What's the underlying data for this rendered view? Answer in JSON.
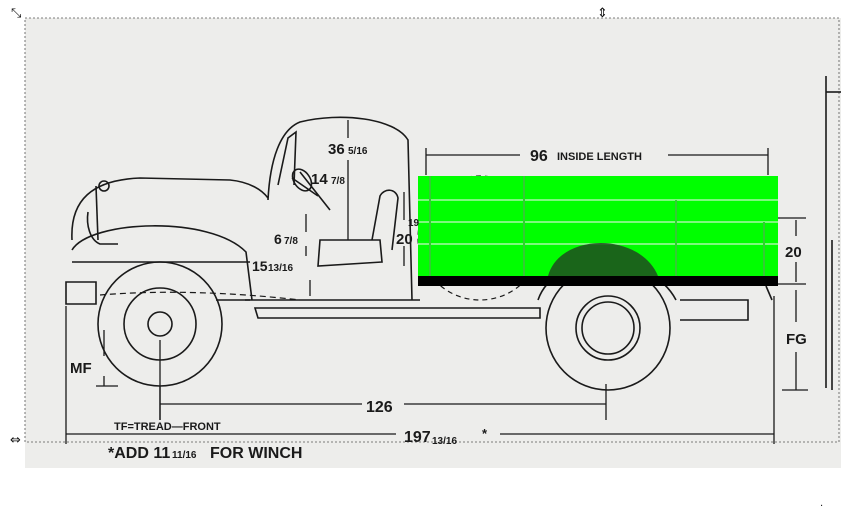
{
  "image": {
    "description_icon": "truck-dimension-diagram",
    "colors": {
      "paper": "#ededeb",
      "ink": "#1a1a1a",
      "selection_fill": "#00ff00",
      "selection_band": "#000000"
    }
  },
  "labels": {
    "height_cab": "36",
    "height_cab_frac": "5/16",
    "seat_back": "14",
    "seat_back_frac": "7/8",
    "seat_height": "6",
    "seat_height_frac": "7/8",
    "floor_height": "15",
    "floor_height_frac": "13/16",
    "bed_side": "20",
    "bed_side_right": "20",
    "inside_length_value": "96",
    "inside_length_text": "INSIDE LENGTH",
    "fg": "FG",
    "mf": "MF",
    "wheelbase": "126",
    "tread_front": "TF=TREAD—FRONT",
    "overall_length": "197",
    "overall_length_frac": "13/16",
    "overall_length_star": "*",
    "winch_note": "*ADD 11",
    "winch_note_frac": "11/16",
    "winch_note_rest": "FOR WINCH",
    "cut_partial": "19"
  }
}
